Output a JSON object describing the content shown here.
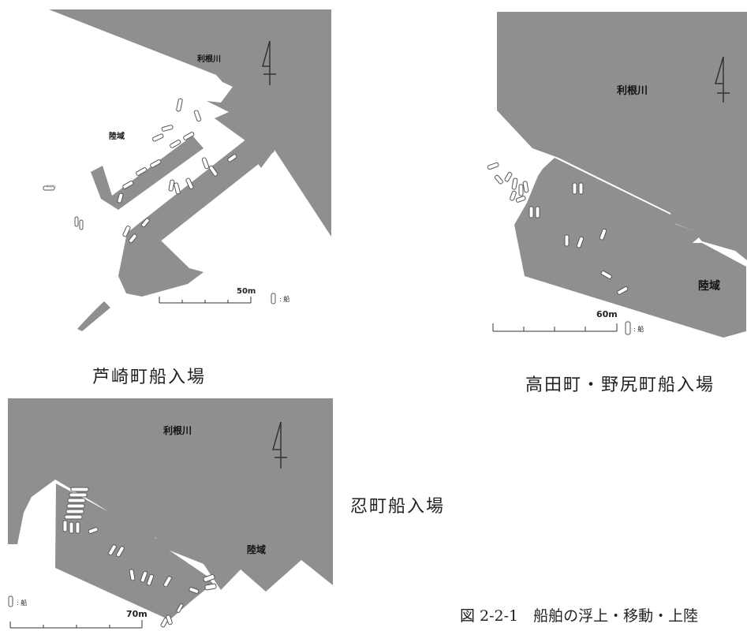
{
  "maps": [
    {
      "id": "ashizaki",
      "caption": "芦崎町船入場",
      "river_label": "利根川",
      "land_label": "陸域",
      "scale_label": "50m",
      "legend_label": ": 船",
      "stray_label": "4cm"
    },
    {
      "id": "takada",
      "caption": "高田町・野尻町船入場",
      "river_label": "利根川",
      "land_label": "陸域",
      "scale_label": "60m",
      "legend_label": ": 船"
    },
    {
      "id": "oshi",
      "caption": "忍町船入場",
      "river_label": "利根川",
      "land_label": "陸域",
      "scale_label": "70m",
      "legend_label": ": 船"
    }
  ],
  "figure_caption": "図 2-2-1　船舶の浮上・移動・上陸",
  "colors": {
    "river": "#8f8f8f",
    "land_block": "#8f8f8f",
    "boat_stroke": "#555555",
    "boat_fill": "#ffffff"
  }
}
